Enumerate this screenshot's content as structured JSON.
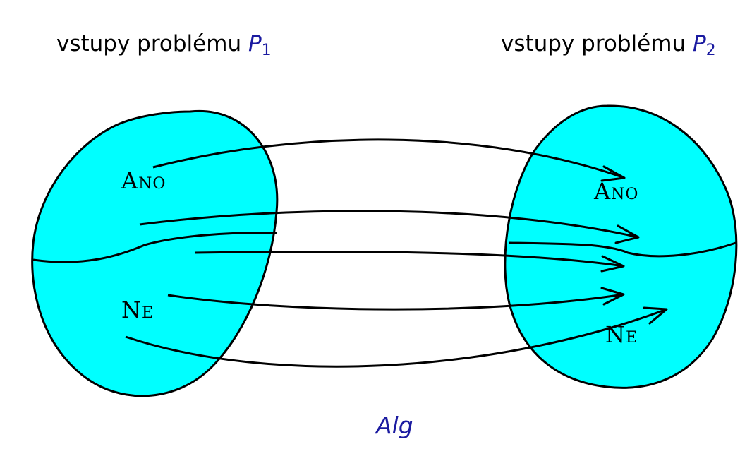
{
  "titles": {
    "left_prefix": "vstupy problému",
    "left_var": "P",
    "left_sub": "1",
    "right_prefix": "vstupy problému",
    "right_var": "P",
    "right_sub": "2"
  },
  "regions": {
    "left_yes": "Ano",
    "left_no": "Ne",
    "right_yes": "Ano",
    "right_no": "Ne"
  },
  "mapping_label": "Alg",
  "colors": {
    "set_fill": "#00ffff",
    "variable_text": "#1a1aa0",
    "stroke": "#000000"
  }
}
